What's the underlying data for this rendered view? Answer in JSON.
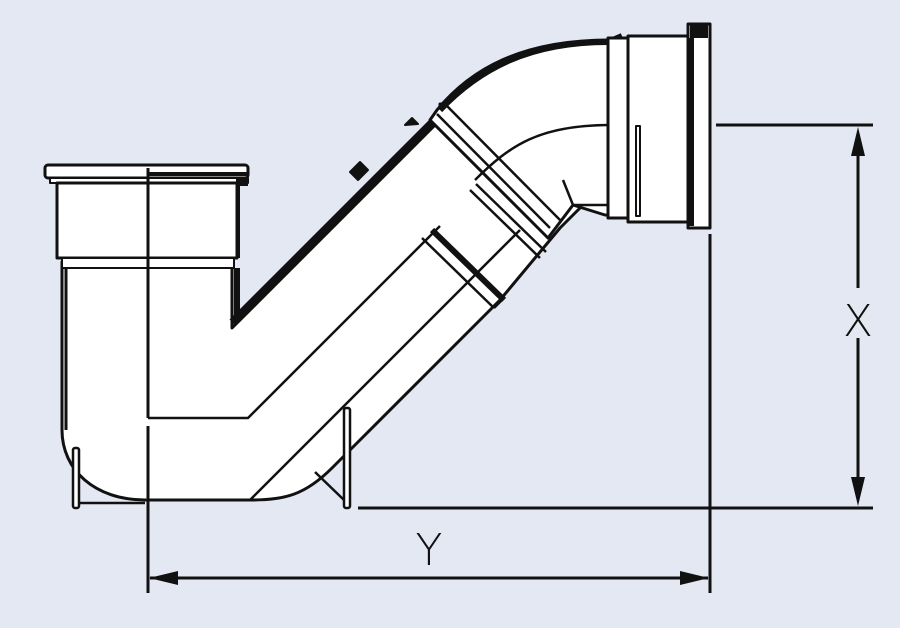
{
  "diagram": {
    "subject": "P-trap pipe fitting",
    "background_color": "#e4e8f3",
    "line_color": "#111111",
    "fill_color": "#ffffff",
    "dimensions": {
      "x_label": "X",
      "y_label": "Y"
    }
  }
}
